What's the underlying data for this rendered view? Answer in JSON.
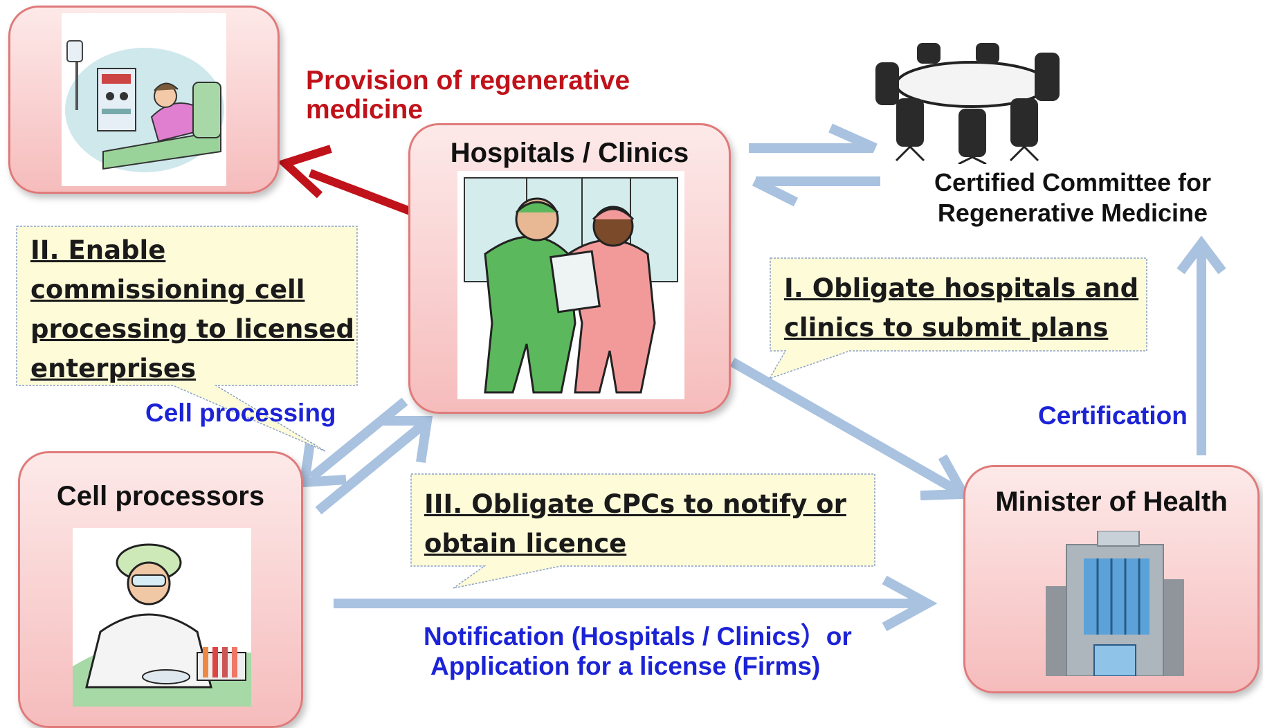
{
  "patient_box": {
    "icon": "patient-dialysis-icon"
  },
  "provision_label": {
    "line1": "Provision of regenerative",
    "line2": "medicine"
  },
  "hospitals": {
    "title": "Hospitals / Clinics",
    "icon": "doctors-icon"
  },
  "committee": {
    "line1": "Certified Committee for",
    "line2": "Regenerative Medicine",
    "icon": "conference-table-icon"
  },
  "callout_2": {
    "line1": "II. Enable",
    "line2": "commissioning cell",
    "line3": "processing to licensed",
    "line4": "enterprises"
  },
  "callout_1": {
    "line1": "I. Obligate hospitals and",
    "line2": "clinics to submit plans"
  },
  "callout_3": {
    "line1": "III. Obligate CPCs to notify or",
    "line2": "obtain licence"
  },
  "cell_processing_label": "Cell processing",
  "certification_label": "Certification",
  "cell_processors": {
    "title": "Cell processors",
    "icon": "lab-scientist-icon"
  },
  "minister": {
    "title": "Minister of Health",
    "icon": "office-building-icon"
  },
  "notification_label": {
    "line1": "Notification (Hospitals / Clinics）or",
    "line2": "Application for a license (Firms)"
  },
  "colors": {
    "red_arrow": "#c0121a",
    "blue_arrow": "#a9c2e0",
    "box_border": "#e07a7a",
    "callout_fill": "#fdfbd8",
    "label_blue": "#1c23d6"
  }
}
